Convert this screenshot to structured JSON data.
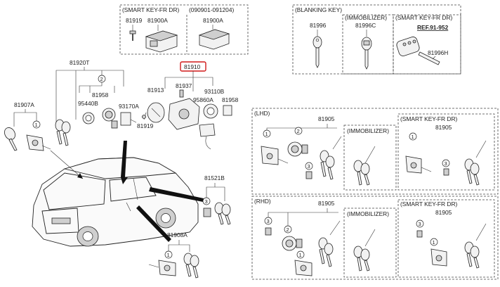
{
  "labels": {
    "smart_key_fr_dr": "(SMART KEY-FR DR)",
    "date_range": "(090901-091204)",
    "blanking_key": "(BLANKING KEY)",
    "immobilizer": "(IMMOBILIZER)",
    "lhd": "(LHD)",
    "rhd": "(RHD)",
    "ref": "REF.91-952",
    "immobilizer_inner": "(IMMOBILIZER)",
    "smart_key_inner": "(SMART KEY-FR DR)"
  },
  "parts": {
    "p81919a": "81919",
    "p81900a_1": "81900A",
    "p81900a_2": "81900A",
    "p81996": "81996",
    "p81996c": "81996C",
    "p81996h": "81996H",
    "p81920t": "81920T",
    "p81910": "81910",
    "p81907a": "81907A",
    "p81958a": "81958",
    "p95440b": "95440B",
    "p93170a": "93170A",
    "p81913": "81913",
    "p81937": "81937",
    "p93110b": "93110B",
    "p95860a": "95860A",
    "p81958b": "81958",
    "p81919b": "81919",
    "p81521b": "81521B",
    "p81908a": "81908A",
    "p81905_lhd": "81905",
    "p81905_lhd_sk": "81905",
    "p81905_rhd": "81905",
    "p81905_rhd_sk": "81905"
  },
  "callouts": {
    "c1": "1",
    "c2": "2",
    "c3": "3"
  }
}
